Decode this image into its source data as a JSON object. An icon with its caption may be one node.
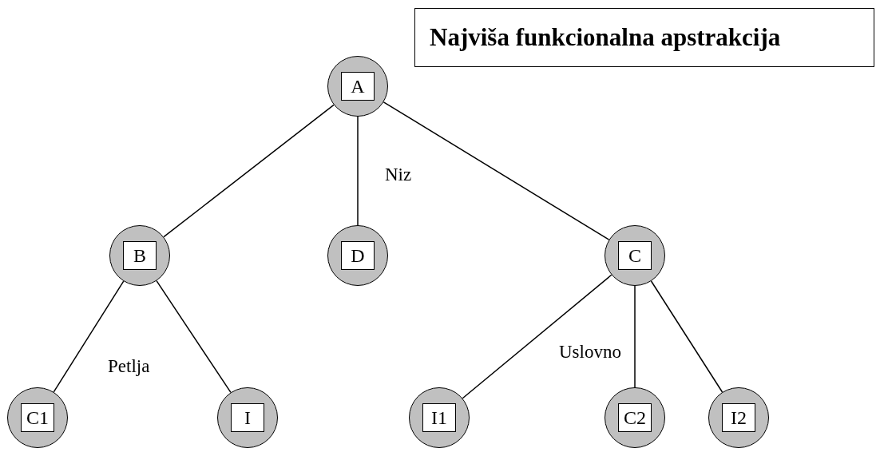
{
  "diagram": {
    "nodes": [
      {
        "text": [
          "Najviša funkcionalna apstrakcija"
        ]
      },
      {
        "text": [
          "A"
        ]
      },
      {
        "text": [
          "B"
        ]
      },
      {
        "text": [
          "D"
        ]
      },
      {
        "text": [
          "C"
        ]
      },
      {
        "text": [
          "C1"
        ]
      },
      {
        "text": [
          "I"
        ]
      },
      {
        "text": [
          "I1"
        ]
      },
      {
        "text": [
          "C2"
        ]
      },
      {
        "text": [
          "I2"
        ]
      }
    ],
    "edges": [
      {
        "from": 1,
        "to": 2,
        "arrow": "none"
      },
      {
        "from": 1,
        "to": 3,
        "arrow": "none"
      },
      {
        "from": 1,
        "to": 4,
        "arrow": "none"
      },
      {
        "from": 2,
        "to": 5,
        "arrow": "none"
      },
      {
        "from": 2,
        "to": 6,
        "arrow": "none"
      },
      {
        "from": 4,
        "to": 7,
        "arrow": "none"
      },
      {
        "from": 4,
        "to": 8,
        "arrow": "none"
      },
      {
        "from": 4,
        "to": 9,
        "arrow": "none"
      }
    ],
    "labels": [
      "Niz",
      "Petlja",
      "Uslovno"
    ]
  }
}
